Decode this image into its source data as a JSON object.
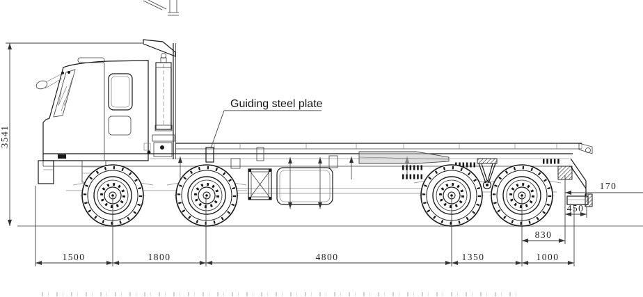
{
  "drawing": {
    "callout": {
      "label": "Guiding steel plate"
    },
    "dimensions": {
      "overall_height": "3541",
      "bottom_chain": [
        "1500",
        "1800",
        "4800",
        "1350",
        "1000"
      ],
      "rear": [
        "170",
        "450",
        "830"
      ]
    },
    "colors": {
      "line": "#181818",
      "dim_line": "#3c3c3c",
      "light_gray": "#a3a3a3",
      "background": "#ffffff"
    }
  }
}
